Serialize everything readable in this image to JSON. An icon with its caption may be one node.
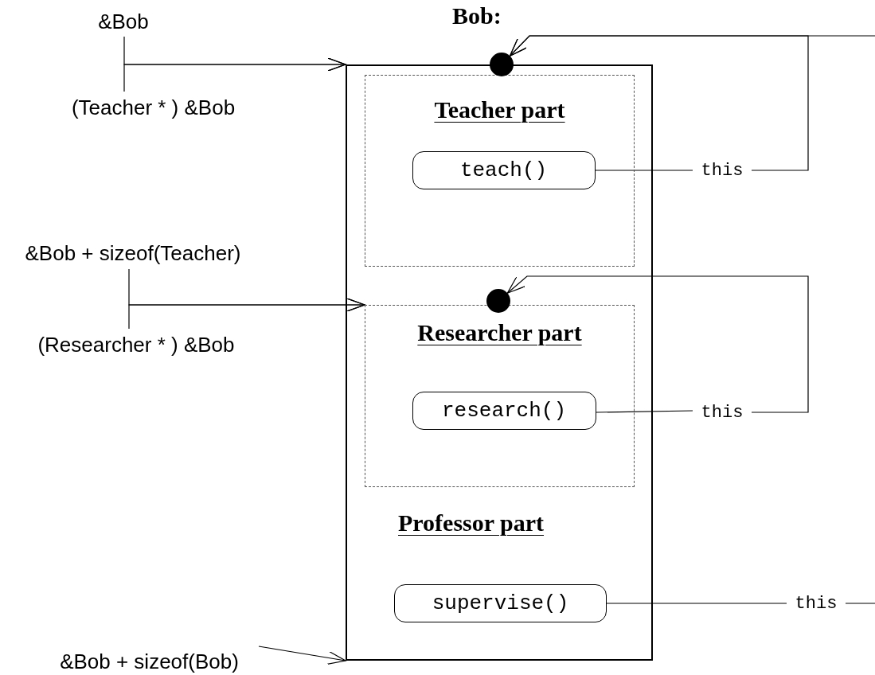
{
  "diagram": {
    "nodes": [
      {
        "text": [
          "Bob:",
          "Professor part"
        ]
      },
      {
        "text": [
          "Teacher part"
        ],
        "in": 0
      },
      {
        "text": [
          "teach()"
        ],
        "in": 1
      },
      {
        "text": [
          "Researcher part"
        ],
        "in": 0
      },
      {
        "text": [
          "research()"
        ],
        "in": 3
      },
      {
        "text": [
          "supervise()"
        ],
        "in": 0
      },
      {
        "text": [],
        "shape": "circle"
      },
      {
        "text": [],
        "shape": "circle",
        "in": 0
      },
      {
        "text": [
          "&Bob"
        ]
      },
      {
        "text": [
          "(Teacher * ) &Bob"
        ]
      },
      {
        "text": [
          "&Bob + sizeof(Teacher)"
        ]
      },
      {
        "text": [
          "(Researcher * ) &Bob"
        ]
      },
      {
        "text": [
          "&Bob + sizeof(Bob)"
        ]
      },
      {
        "text": [
          "this"
        ]
      },
      {
        "text": [
          "this"
        ]
      },
      {
        "text": [
          "this"
        ]
      }
    ],
    "edges": [
      {
        "from": 2,
        "to": 13,
        "arrow": "none"
      },
      {
        "from": 13,
        "to": 6,
        "arrow": "to"
      },
      {
        "from": null,
        "to": 6,
        "arrow": "to"
      },
      {
        "from": 4,
        "to": 14,
        "arrow": "none"
      },
      {
        "from": 14,
        "to": 7,
        "arrow": "to"
      },
      {
        "from": 5,
        "to": 15,
        "arrow": "none"
      },
      {
        "from": 15,
        "to": null,
        "arrow": "none"
      },
      {
        "from": 8,
        "to": 0,
        "arrow": "to"
      },
      {
        "from": 9,
        "to": 0,
        "arrow": "to"
      },
      {
        "from": 10,
        "to": 3,
        "arrow": "to"
      },
      {
        "from": 11,
        "to": 3,
        "arrow": "to"
      },
      {
        "from": 12,
        "to": 0,
        "arrow": "to"
      }
    ]
  }
}
